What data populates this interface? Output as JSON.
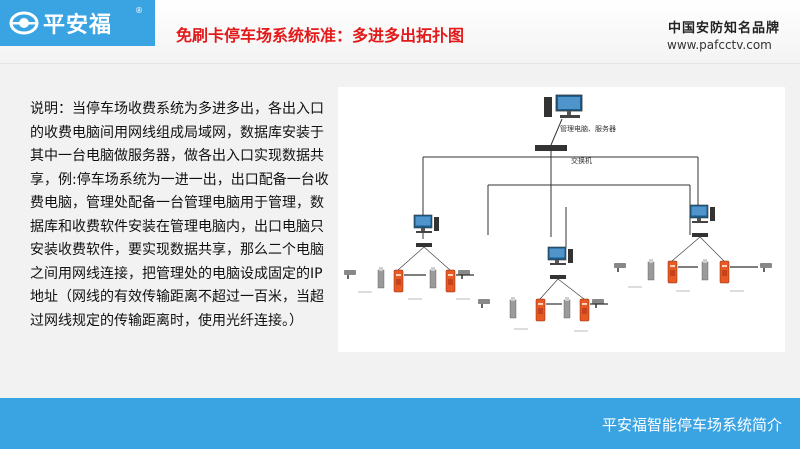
{
  "header": {
    "logo_text": "平安福",
    "logo_reg": "®",
    "title": "免刷卡停车场系统标准：多进多出拓扑图",
    "slogan": "中国安防知名品牌",
    "url": "www.pafcctv.com"
  },
  "description": "说明：当停车场收费系统为多进多出，各出入口的收费电脑间用网线组成局域网，数据库安装于其中一台电脑做服务器，做各出入口实现数据共享，例:停车场系统为一进一出，出口配备一台收费电脑，管理处配备一台管理电脑用于管理，数据库和收费软件安装在管理电脑内，出口电脑只安装收费软件，要实现数据共享，那么二个电脑之间用网线连接，把管理处的电脑设成固定的IP地址（网线的有效传输距离不超过一百米，当超过网线规定的传输距离时，使用光纤连接。）",
  "diagram": {
    "server_label": "管理电脑、服务器",
    "switch_label": "交换机"
  },
  "footer": {
    "text": "平安福智能停车场系统简介"
  },
  "colors": {
    "brand_blue": "#3aa4e3",
    "title_red": "#e21a1a",
    "barrier_orange": "#e85a24"
  }
}
